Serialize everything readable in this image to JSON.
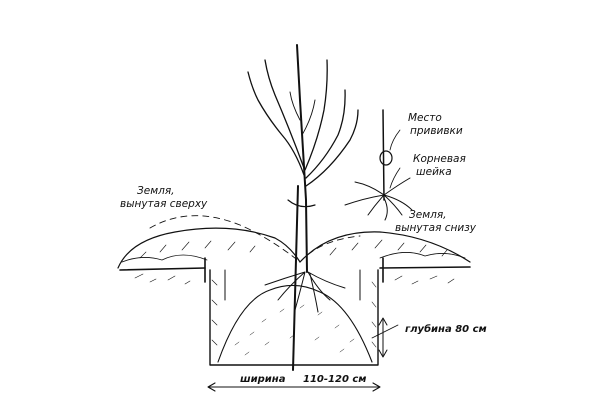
{
  "labels": {
    "graft_site": [
      "Место",
      "прививки"
    ],
    "root_collar": [
      "Корневая",
      "шейка"
    ],
    "soil_top": [
      "Земля,",
      "вынутая сверху"
    ],
    "soil_bottom": [
      "Земля,",
      "вынутая снизу"
    ],
    "depth": "глубина  80 см",
    "width_word": "ширина",
    "width_value": "110-120 см"
  }
}
